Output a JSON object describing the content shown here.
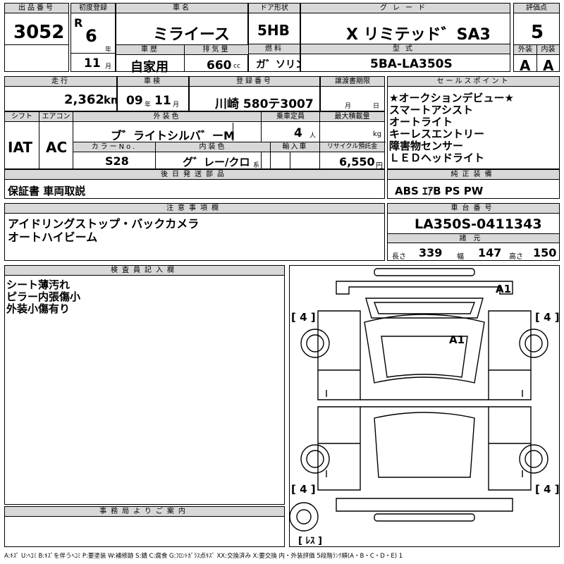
{
  "headers": {
    "lot_no": "出品番号",
    "first_reg": "初度登録",
    "car_name": "車名",
    "door": "ドア形状",
    "grade": "グレード",
    "score": "評価点",
    "history": "車歴",
    "displacement": "排気量",
    "fuel": "燃料",
    "model_code": "型式",
    "exterior": "外装",
    "interior": "内装",
    "mileage": "走行",
    "inspection": "車検",
    "reg_no": "登録番号",
    "transfer": "譲渡書期限",
    "sales_points": "セールスポイント",
    "shift": "シフト",
    "aircon": "エアコン",
    "ext_color": "外装色",
    "capacity": "乗車定員",
    "max_load": "最大積載量",
    "color_no": "カラーNo.",
    "int_color": "内装色",
    "import": "輸入車",
    "recycle": "リサイクル預託金",
    "later_parts": "後日発送部品",
    "genuine": "純正装備",
    "notes": "注意事項欄",
    "chassis": "車台番号",
    "dims": "諸元",
    "inspector": "検査員記入欄",
    "office": "事務局よりご案内"
  },
  "lot_no": "3052",
  "era": "R",
  "reg_year": "6",
  "reg_month": "11",
  "unit_year": "年",
  "unit_month": "月",
  "car_name": "ミライース",
  "door": "5HB",
  "grade": "X リミテッド゛SA3",
  "score": "5",
  "history": "自家用",
  "displacement": "660",
  "unit_cc": "cc",
  "fuel": "ガ゛ソリン",
  "model_code": "5BA-LA350S",
  "ext_score": "A",
  "int_score": "A",
  "mileage": "2,362",
  "unit_km": "km",
  "insp_year": "09",
  "insp_month": "11",
  "reg_no": "川崎 580テ3007",
  "transfer_month_unit": "月",
  "transfer_day_unit": "日",
  "sales_points": [
    "★オークションデビュー★",
    "スマートアシスト",
    "オートライト",
    "キーレスエントリー",
    "障害物センサー",
    "ＬＥＤヘッドライト"
  ],
  "shift": "IAT",
  "aircon": "AC",
  "ext_color": "ブ゛ライトシルバ゛ーM",
  "capacity": "4",
  "unit_person": "人",
  "unit_kg": "kg",
  "color_no": "S28",
  "int_color": "グ゛レー/クロ",
  "unit_kei": "系",
  "recycle": "6,550",
  "unit_yen": "円",
  "later_parts": "保証書 車両取説",
  "genuine": "ABS ｴｱB PS PW",
  "notes": [
    "アイドリングストップ・バックカメラ",
    "オートハイビーム"
  ],
  "chassis": "LA350S-0411343",
  "dims": {
    "length_label": "長さ",
    "length": "339",
    "width_label": "幅",
    "width": "147",
    "height_label": "高さ",
    "height": "150"
  },
  "inspector_notes": [
    "シート薄汚れ",
    "ピラー内張傷小",
    "外装小傷有り"
  ],
  "diagram": {
    "tire_marks": [
      "[ 4 ]",
      "[ 4 ]",
      "[ 4 ]",
      "[ 4 ]"
    ],
    "spare_mark": "[ ﾚｽ ]",
    "damage": [
      "A1",
      "A1"
    ]
  },
  "legend": "A:ｷｽﾞ U:ﾍｺﾐ B:ｷｽﾞを伴うﾍｺﾐ P:要塗装 W:補修跡 S:錆 C:腐食 G:ﾌﾛﾝﾄｶﾞﾗｽ点ｷｽﾞ XX:交換済み X:要交換 内・外装評価 5段階ﾗﾝｸ順(A・B・C・D・E) 1"
}
